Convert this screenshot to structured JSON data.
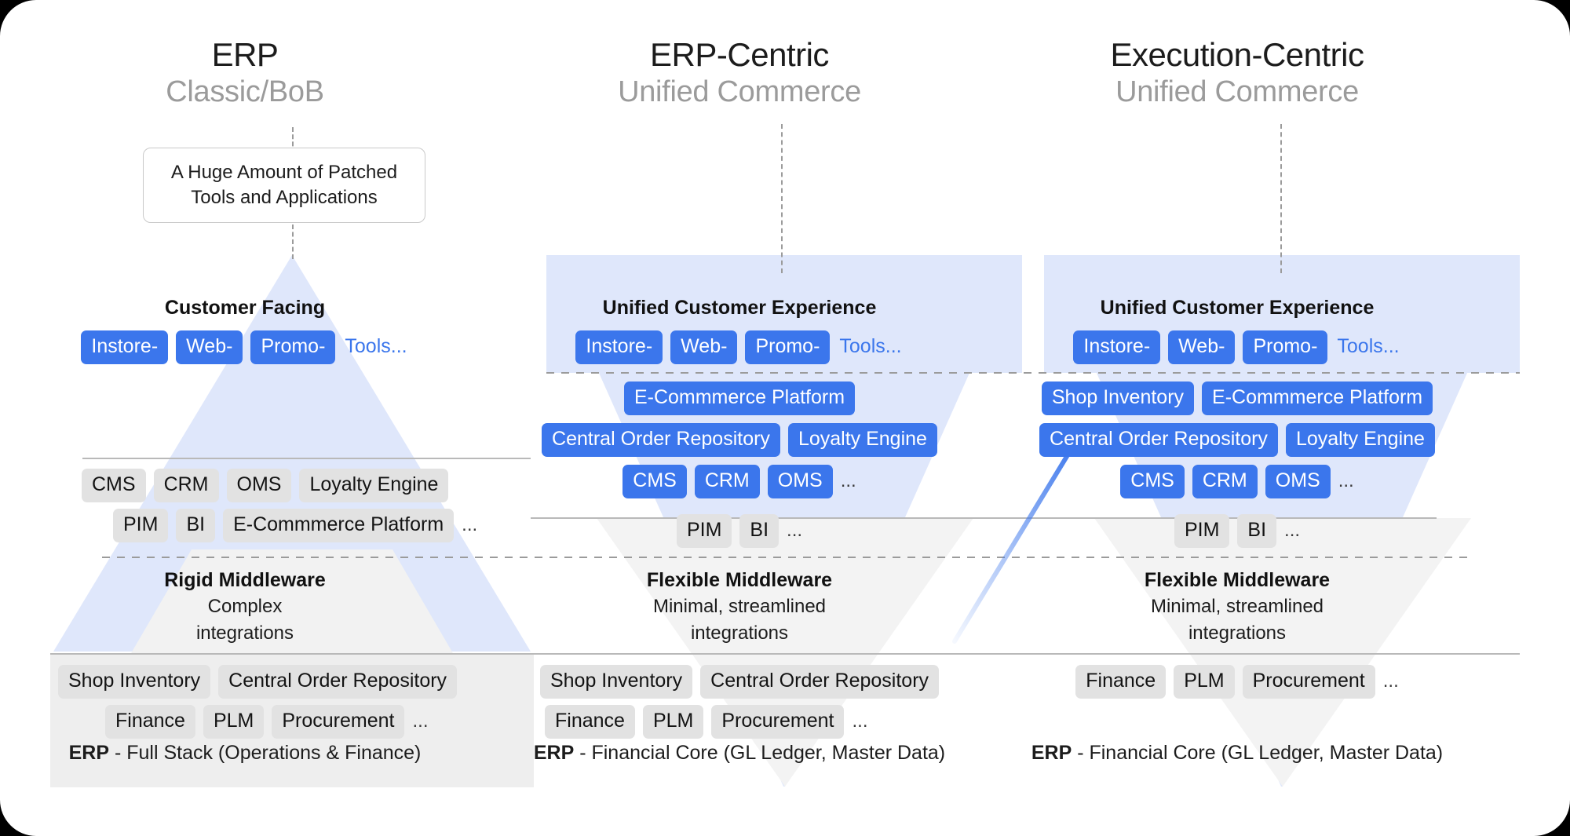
{
  "diagram": {
    "title": "ERP architecture comparison",
    "colors": {
      "accent_blue": "#3b76ec",
      "pale_blue": "#dfe7fb",
      "pale_gray": "#f1f1f1",
      "chip_gray": "#e2e2e2",
      "subtitle_gray": "#9b9b9b",
      "rule_gray": "#b9b9b9"
    }
  },
  "columns": [
    {
      "id": "erp-classic",
      "title": "ERP",
      "subtitle": "Classic/BoB",
      "note_box": "A Huge Amount of Patched Tools and Applications",
      "top_layer_label": "Customer Facing",
      "top_chips": [
        "Instore-",
        "Web-",
        "Promo-"
      ],
      "top_chips_more": "Tools...",
      "mid_row_1": [
        "CMS",
        "CRM",
        "OMS",
        "Loyalty Engine"
      ],
      "mid_row_2": [
        "PIM",
        "BI",
        "E-Commmerce Platform"
      ],
      "mid_row_2_more": "...",
      "middleware_title": "Rigid Middleware",
      "middleware_sub_1": "Complex",
      "middleware_sub_2": "integrations",
      "erp_row_1": [
        "Shop Inventory",
        "Central Order Repository"
      ],
      "erp_row_2": [
        "Finance",
        "PLM",
        "Procurement"
      ],
      "erp_row_2_more": "...",
      "erp_caption_bold": "ERP",
      "erp_caption_rest": " - Full Stack (Operations & Finance)"
    },
    {
      "id": "erp-centric",
      "title": "ERP-Centric",
      "subtitle": "Unified Commerce",
      "top_layer_label": "Unified Customer Experience",
      "top_chips": [
        "Instore-",
        "Web-",
        "Promo-"
      ],
      "top_chips_more": "Tools...",
      "blue_row_1": [
        "E-Commmerce Platform"
      ],
      "blue_row_2": [
        "Central Order Repository",
        "Loyalty Engine"
      ],
      "blue_row_3": [
        "CMS",
        "CRM",
        "OMS"
      ],
      "blue_row_3_more": "...",
      "gray_row": [
        "PIM",
        "BI"
      ],
      "gray_row_more": "...",
      "middleware_title": "Flexible Middleware",
      "middleware_sub_1": "Minimal, streamlined",
      "middleware_sub_2": "integrations",
      "erp_row_1": [
        "Shop Inventory",
        "Central Order Repository"
      ],
      "erp_row_2": [
        "Finance",
        "PLM",
        "Procurement"
      ],
      "erp_row_2_more": "...",
      "erp_caption_bold": "ERP",
      "erp_caption_rest": " - Financial Core (GL Ledger, Master Data)"
    },
    {
      "id": "execution-centric",
      "title": "Execution-Centric",
      "subtitle": "Unified Commerce",
      "top_layer_label": "Unified Customer Experience",
      "top_chips": [
        "Instore-",
        "Web-",
        "Promo-"
      ],
      "top_chips_more": "Tools...",
      "blue_row_1": [
        "Shop Inventory",
        "E-Commmerce Platform"
      ],
      "blue_row_2": [
        "Central Order Repository",
        "Loyalty Engine"
      ],
      "blue_row_3": [
        "CMS",
        "CRM",
        "OMS"
      ],
      "blue_row_3_more": "...",
      "gray_row": [
        "PIM",
        "BI"
      ],
      "gray_row_more": "...",
      "middleware_title": "Flexible Middleware",
      "middleware_sub_1": "Minimal, streamlined",
      "middleware_sub_2": "integrations",
      "erp_row_1": [
        "Finance",
        "PLM",
        "Procurement"
      ],
      "erp_row_1_more": "...",
      "erp_caption_bold": "ERP",
      "erp_caption_rest": " - Financial Core (GL Ledger, Master Data)"
    }
  ]
}
